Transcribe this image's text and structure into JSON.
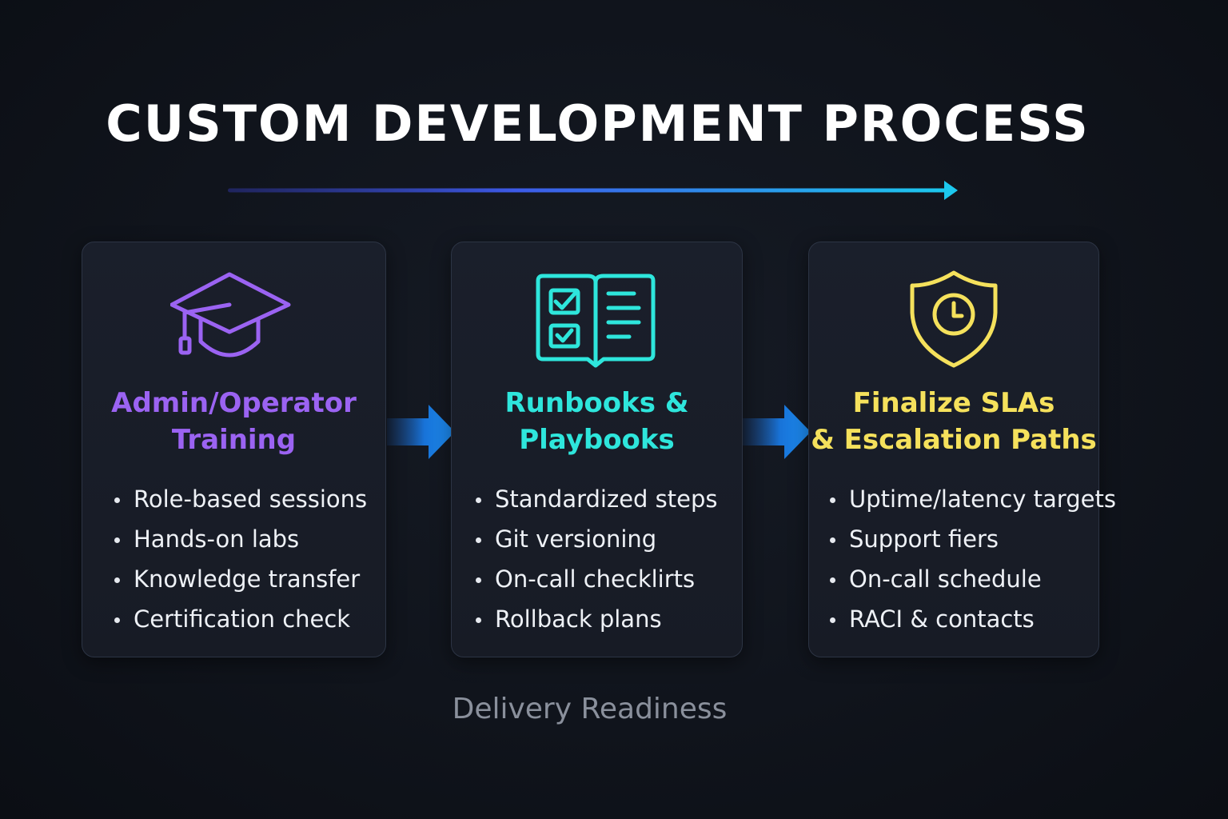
{
  "title": "CUSTOM DEVELOPMENT PROCESS",
  "footer": "Delivery Readiness",
  "colors": {
    "background": "#10141c",
    "card_background": "#1a1f2b",
    "stage_1_accent": "#9b63f2",
    "stage_2_accent": "#2ee6dc",
    "stage_3_accent": "#f5e15c",
    "flow_arrow": "#1e88f0"
  },
  "stages": [
    {
      "icon": "graduation-cap-icon",
      "heading_lines": [
        "Admin/Operator",
        "Training"
      ],
      "items": [
        "Role-based sessions",
        "Hands-on labs",
        "Knowledge transfer",
        "Certification check"
      ]
    },
    {
      "icon": "runbook-checklist-icon",
      "heading_lines": [
        "Runbooks &",
        "Playbooks"
      ],
      "items": [
        "Standardized steps",
        "Git versioning",
        "On-call checklirts",
        "Rollback plans"
      ]
    },
    {
      "icon": "shield-clock-icon",
      "heading_lines": [
        "Finalize SLAs",
        "& Escalation Paths"
      ],
      "items": [
        "Uptime/latency targets",
        "Support fiers",
        "On-call schedule",
        "RACI & contacts"
      ]
    }
  ]
}
